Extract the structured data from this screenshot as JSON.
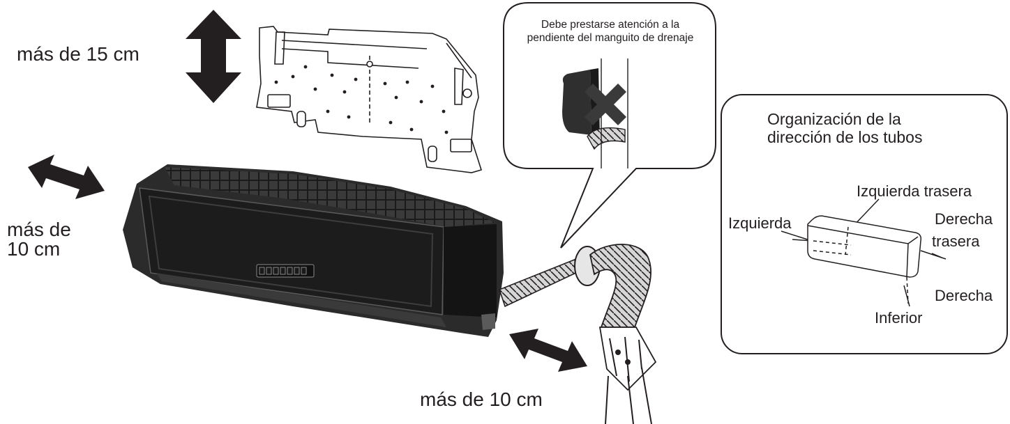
{
  "clearance": {
    "top": "más de 15 cm",
    "left_line1": "más de",
    "left_line2": "10 cm",
    "right": "más de 10 cm"
  },
  "callout": {
    "text": "Debe prestarse atención a la pendiente del manguito de drenaje"
  },
  "pipe_panel": {
    "title": "Organización de la dirección de los tubos",
    "labels": {
      "left": "Izquierda",
      "rear_left": "Izquierda trasera",
      "rear_right_line1": "Derecha",
      "rear_right_line2": "trasera",
      "right": "Derecha",
      "bottom": "Inferior"
    }
  },
  "colors": {
    "ink": "#231f20",
    "unit_body": "#2b2b2b",
    "unit_dark": "#141414",
    "unit_light": "#5a5a5a"
  }
}
